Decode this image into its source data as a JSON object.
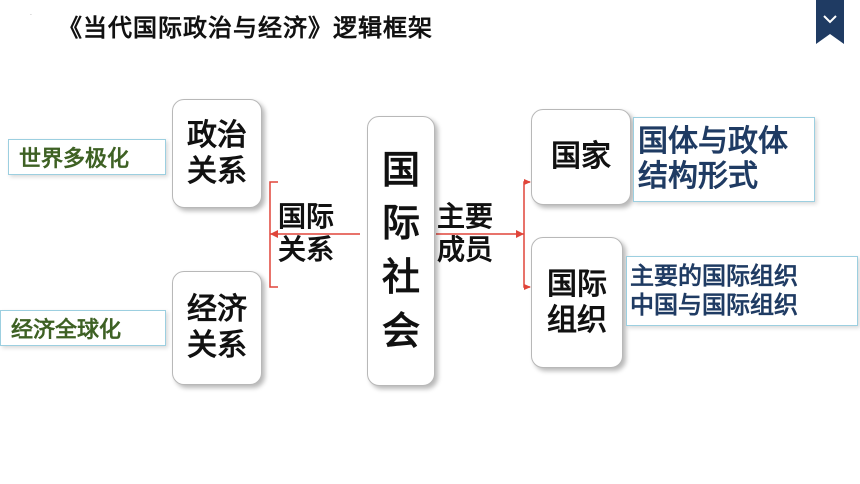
{
  "title": "《当代国际政治与经济》逻辑框架",
  "tiny_mark": "·",
  "center": {
    "chars": [
      "国",
      "际",
      "社",
      "会"
    ]
  },
  "left_branch": {
    "label_lines": [
      "国际",
      "关系"
    ],
    "political": {
      "lines": [
        "政治",
        "关系"
      ],
      "note": "世界多极化"
    },
    "economic": {
      "lines": [
        "经济",
        "关系"
      ],
      "note": "经济全球化"
    }
  },
  "right_branch": {
    "label_lines": [
      "主要",
      "成员"
    ],
    "state": {
      "label": "国家",
      "note_lines": [
        "国体与政体",
        "结构形式"
      ]
    },
    "organization": {
      "lines": [
        "国际",
        "组织"
      ],
      "note_lines": [
        "主要的国际组织",
        "中国与国际组织"
      ]
    }
  },
  "colors": {
    "note_green": "#3e6124",
    "note_navy": "#1f3b63",
    "bracket_red": "#e0453a",
    "bookmark": "#1f3b63"
  }
}
